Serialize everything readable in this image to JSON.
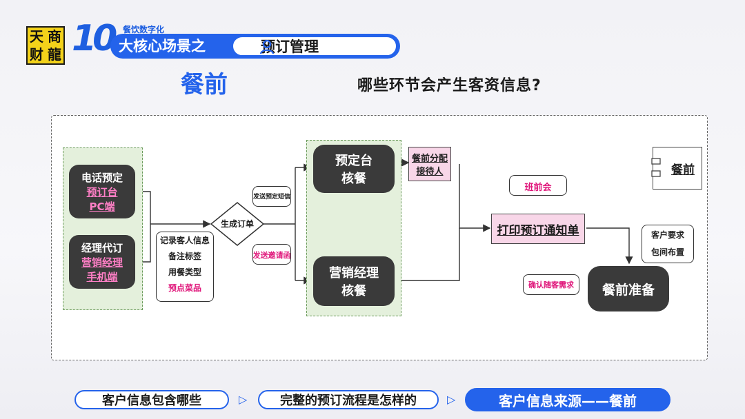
{
  "brand": {
    "logo_chars": [
      "天",
      "商",
      "财",
      "龍"
    ],
    "number": "10",
    "subtitle": "餐饮数字化"
  },
  "title": {
    "left": "大核心场景之",
    "right": "预订管理"
  },
  "section_title": "餐前",
  "question": "哪些环节会产生客资信息?",
  "diagram": {
    "phone_booking": {
      "title": "电话预定",
      "line1": "预订台",
      "line2": "PC端"
    },
    "manager_booking": {
      "title": "经理代订",
      "line1": "营销经理",
      "line2": "手机端"
    },
    "record_info": [
      "记录客人信息",
      "备注标签",
      "用餐类型"
    ],
    "record_info_pink": "预点菜品",
    "generate_order": "生成订单",
    "send_sms": "发送预定短信",
    "send_invite": "发送邀请函",
    "desk_check": {
      "line1": "预定台",
      "line2": "核餐"
    },
    "manager_check": {
      "line1": "营销经理",
      "line2": "核餐"
    },
    "assign_host": {
      "line1": "餐前分配",
      "line2": "接待人"
    },
    "shift_meeting": "班前会",
    "print_notice": "打印预订通知单",
    "customer_req": [
      "客户要求",
      "包间布置"
    ],
    "confirm_needs": "确认随客需求",
    "prep": "餐前准备",
    "legend_label": "餐前"
  },
  "nav": {
    "item1": "客户信息包含哪些",
    "item2": "完整的预订流程是怎样的",
    "item3": "客户信息来源——餐前"
  },
  "colors": {
    "brand_blue": "#2463eb",
    "pink": "#e0197c",
    "dark_box": "#3a3a3a",
    "green_fill": "#e4f0dc",
    "logo_yellow": "#f3d21a"
  }
}
